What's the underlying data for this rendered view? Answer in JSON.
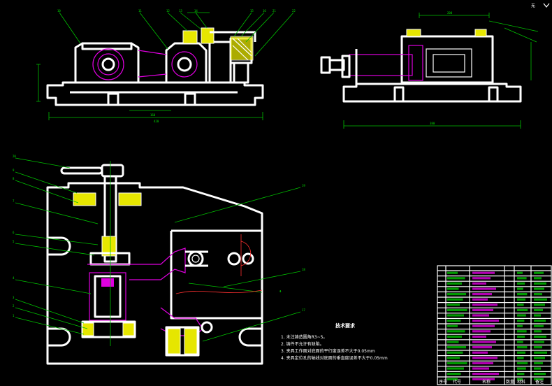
{
  "corner_mark": "无",
  "tech_requirements": {
    "title": "技术要求",
    "items": [
      "1. 未注铸造圆角R3~5。",
      "2. 铸件不允许有缺陷。",
      "3. 夹具工作面对底面的平行度误差不大于0.05mm",
      "4. 夹具定位孔的轴线对底面的垂直度误差不大于0.05mm"
    ]
  },
  "title_block": {
    "footer": [
      "序号",
      "代号",
      "名称",
      "数量",
      "材料",
      "备注"
    ]
  },
  "part_callouts": [
    "1",
    "2",
    "3",
    "4",
    "5",
    "6",
    "7",
    "8",
    "9",
    "10",
    "11",
    "12",
    "13",
    "14",
    "15",
    "16",
    "17",
    "18",
    "19",
    "20",
    "21",
    "22"
  ]
}
